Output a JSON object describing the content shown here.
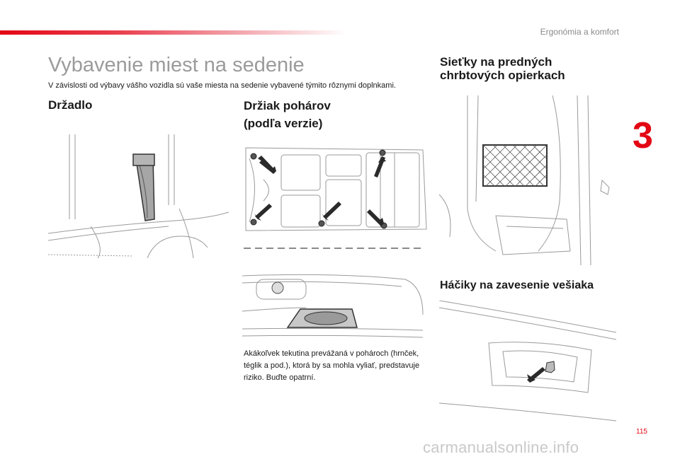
{
  "header": {
    "chapter_name": "Ergonómia a komfort",
    "chapter_number": "3"
  },
  "page": {
    "title": "Vybavenie miest na sedenie",
    "intro": "V závislosti od výbavy vášho vozidla sú vaše miesta na sedenie vybavené týmito rôznymi doplnkami.",
    "page_number": "115"
  },
  "sections": {
    "grab_handle": {
      "heading": "Držadlo"
    },
    "cup_holders": {
      "heading_line1": "Držiak pohárov",
      "heading_line2": "(podľa verzie)",
      "warning": "Akákoľvek tekutina prevážaná v pohároch (hrnček, téglik a pod.), ktorá by sa mohla vyliať, predstavuje riziko. Buďte opatrní."
    },
    "seatback_nets": {
      "heading_line1": "Sieťky na predných",
      "heading_line2": "chrbtových opierkach"
    },
    "coat_hooks": {
      "heading": "Háčiky na zavesenie vešiaka"
    }
  },
  "watermark": "carmanualsonline.info",
  "colors": {
    "accent": "#e30613",
    "title_gray": "#9b9b9b",
    "line_art": "#9a9a9a"
  }
}
